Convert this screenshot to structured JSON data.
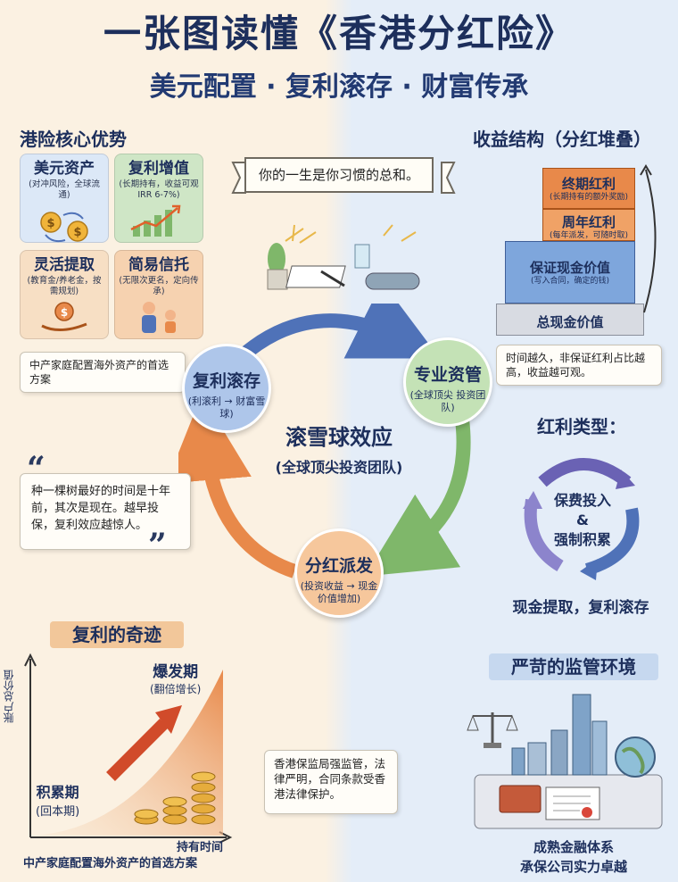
{
  "header": {
    "title": "一张图读懂《香港分红险》",
    "subtitle": "美元配置 · 复利滚存 · 财富传承"
  },
  "advantages": {
    "title": "港险核心优势",
    "cards": [
      {
        "title": "美元资产",
        "desc": "(对冲风险，全球流通)"
      },
      {
        "title": "复利增值",
        "desc": "(长期持有，收益可观 IRR 6-7%)"
      },
      {
        "title": "灵活提取",
        "desc": "(教育金/养老金，按需规划)"
      },
      {
        "title": "简易信托",
        "desc": "(无限次更名，定向传承)"
      }
    ],
    "footer": "中产家庭配置海外资产的首选方案"
  },
  "center": {
    "banner": "你的一生是你习惯的总和。",
    "title": "滚雪球效应",
    "subtitle": "(全球顶尖投资团队)",
    "nodes": [
      {
        "title": "复利滚存",
        "desc": "(利滚利 → 财富雪球)"
      },
      {
        "title": "专业资管",
        "desc": "(全球顶尖 投资团队)"
      },
      {
        "title": "分红派发",
        "desc": "(投资收益 → 现金价值增加)"
      }
    ]
  },
  "returns": {
    "title": "收益结构（分红堆叠）",
    "layers": [
      {
        "title": "终期红利",
        "desc": "(长期持有的额外奖励)"
      },
      {
        "title": "周年红利",
        "desc": "(每年派发，可随时取)"
      },
      {
        "title": "保证现金价值",
        "desc": "(写入合同，确定的钱)"
      },
      {
        "title": "总现金价值",
        "desc": ""
      }
    ],
    "note": "时间越久，非保证红利占比越高，收益越可观。"
  },
  "bonus_types": {
    "title": "红利类型：",
    "center_line1": "保费投入",
    "center_line2": "&",
    "center_line3": "强制积累",
    "caption": "现金提取，复利滚存"
  },
  "quote": {
    "text": "种一棵树最好的时间是十年前，其次是现在。越早投保，复利效应越惊人。"
  },
  "compound": {
    "title": "复利的奇迹",
    "ylabel": "账户总价值",
    "xlabel": "持有时间",
    "phase_early_title": "积累期",
    "phase_early_desc": "(回本期)",
    "phase_late_title": "爆发期",
    "phase_late_desc": "(翻倍增长)",
    "footer": "中产家庭配置海外资产的首选方案"
  },
  "regulation": {
    "title": "严苛的监管环境",
    "note": "香港保监局强监管，法律严明，合同条款受香港法律保护。",
    "footer_line1": "成熟金融体系",
    "footer_line2": "承保公司实力卓越"
  },
  "colors": {
    "orange": "#e8894a",
    "blue": "#4f72b8",
    "green": "#7fb76a",
    "purple": "#6a62b4"
  }
}
